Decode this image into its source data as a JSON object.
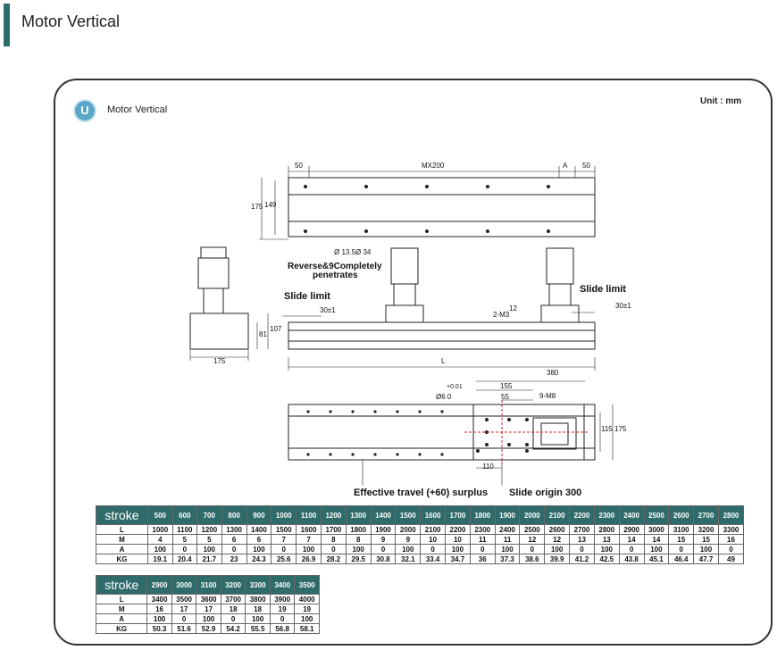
{
  "header": {
    "title": "Motor Vertical",
    "accent": "#2f6b6b"
  },
  "panel": {
    "badge": "U",
    "title": "Motor Vertical",
    "unit": "Unit : mm"
  },
  "drawing": {
    "dim_50_left": "50",
    "dim_mx200": "MX200",
    "dim_a": "A",
    "dim_50_right": "50",
    "dim_175_side": "175",
    "dim_149": "149",
    "hole_note": "Ø 13.5Ø 34",
    "reverse_note": "Reverse&9Completely",
    "reverse_note2": "penetrates",
    "slide_limit_left": "Slide limit",
    "slide_limit_right": "Slide limit",
    "dim_30_left": "30±1",
    "dim_30_right": "30±1",
    "dim_12": "12",
    "dim_2m3": "2-M3",
    "dim_l": "L",
    "dim_107": "107",
    "dim_81": "81",
    "dim_175_bottom": "175",
    "dim_380": "380",
    "dim_155": "155",
    "dim_55": "55",
    "dim_tol": "+0.01",
    "dim_phi6": "Ø6  0",
    "dim_9m8": "9-M8",
    "dim_115": "115",
    "dim_175_right": "175",
    "dim_110": "110",
    "effective_travel": "Effective travel (+60) surplus",
    "slide_origin": "Slide origin 300"
  },
  "table1": {
    "stroke_label": "stroke",
    "strokes": [
      "500",
      "600",
      "700",
      "800",
      "900",
      "1000",
      "1100",
      "1200",
      "1300",
      "1400",
      "1500",
      "1600",
      "1700",
      "1800",
      "1900",
      "2000",
      "2100",
      "2200",
      "2300",
      "2400",
      "2500",
      "2600",
      "2700",
      "2800"
    ],
    "rows": [
      {
        "label": "L",
        "values": [
          "1000",
          "1100",
          "1200",
          "1300",
          "1400",
          "1500",
          "1600",
          "1700",
          "1800",
          "1900",
          "2000",
          "2100",
          "2200",
          "2300",
          "2400",
          "2500",
          "2600",
          "2700",
          "2800",
          "2900",
          "3000",
          "3100",
          "3200",
          "3300"
        ]
      },
      {
        "label": "M",
        "values": [
          "4",
          "5",
          "5",
          "6",
          "6",
          "7",
          "7",
          "8",
          "8",
          "9",
          "9",
          "10",
          "10",
          "11",
          "11",
          "12",
          "12",
          "13",
          "13",
          "14",
          "14",
          "15",
          "15",
          "16"
        ]
      },
      {
        "label": "A",
        "values": [
          "100",
          "0",
          "100",
          "0",
          "100",
          "0",
          "100",
          "0",
          "100",
          "0",
          "100",
          "0",
          "100",
          "0",
          "100",
          "0",
          "100",
          "0",
          "100",
          "0",
          "100",
          "0",
          "100",
          "0"
        ]
      },
      {
        "label": "KG",
        "values": [
          "19.1",
          "20.4",
          "21.7",
          "23",
          "24.3",
          "25.6",
          "26.9",
          "28.2",
          "29.5",
          "30.8",
          "32.1",
          "33.4",
          "34.7",
          "36",
          "37.3",
          "38.6",
          "39.9",
          "41.2",
          "42.5",
          "43.8",
          "45.1",
          "46.4",
          "47.7",
          "49"
        ]
      }
    ]
  },
  "table2": {
    "stroke_label": "stroke",
    "strokes": [
      "2900",
      "3000",
      "3100",
      "3200",
      "3300",
      "3400",
      "3500"
    ],
    "rows": [
      {
        "label": "L",
        "values": [
          "3400",
          "3500",
          "3600",
          "3700",
          "3800",
          "3900",
          "4000"
        ]
      },
      {
        "label": "M",
        "values": [
          "16",
          "17",
          "17",
          "18",
          "18",
          "19",
          "19"
        ]
      },
      {
        "label": "A",
        "values": [
          "100",
          "0",
          "100",
          "0",
          "100",
          "0",
          "100"
        ]
      },
      {
        "label": "KG",
        "values": [
          "50.3",
          "51.6",
          "52.9",
          "54.2",
          "55.5",
          "56.8",
          "58.1"
        ]
      }
    ]
  }
}
